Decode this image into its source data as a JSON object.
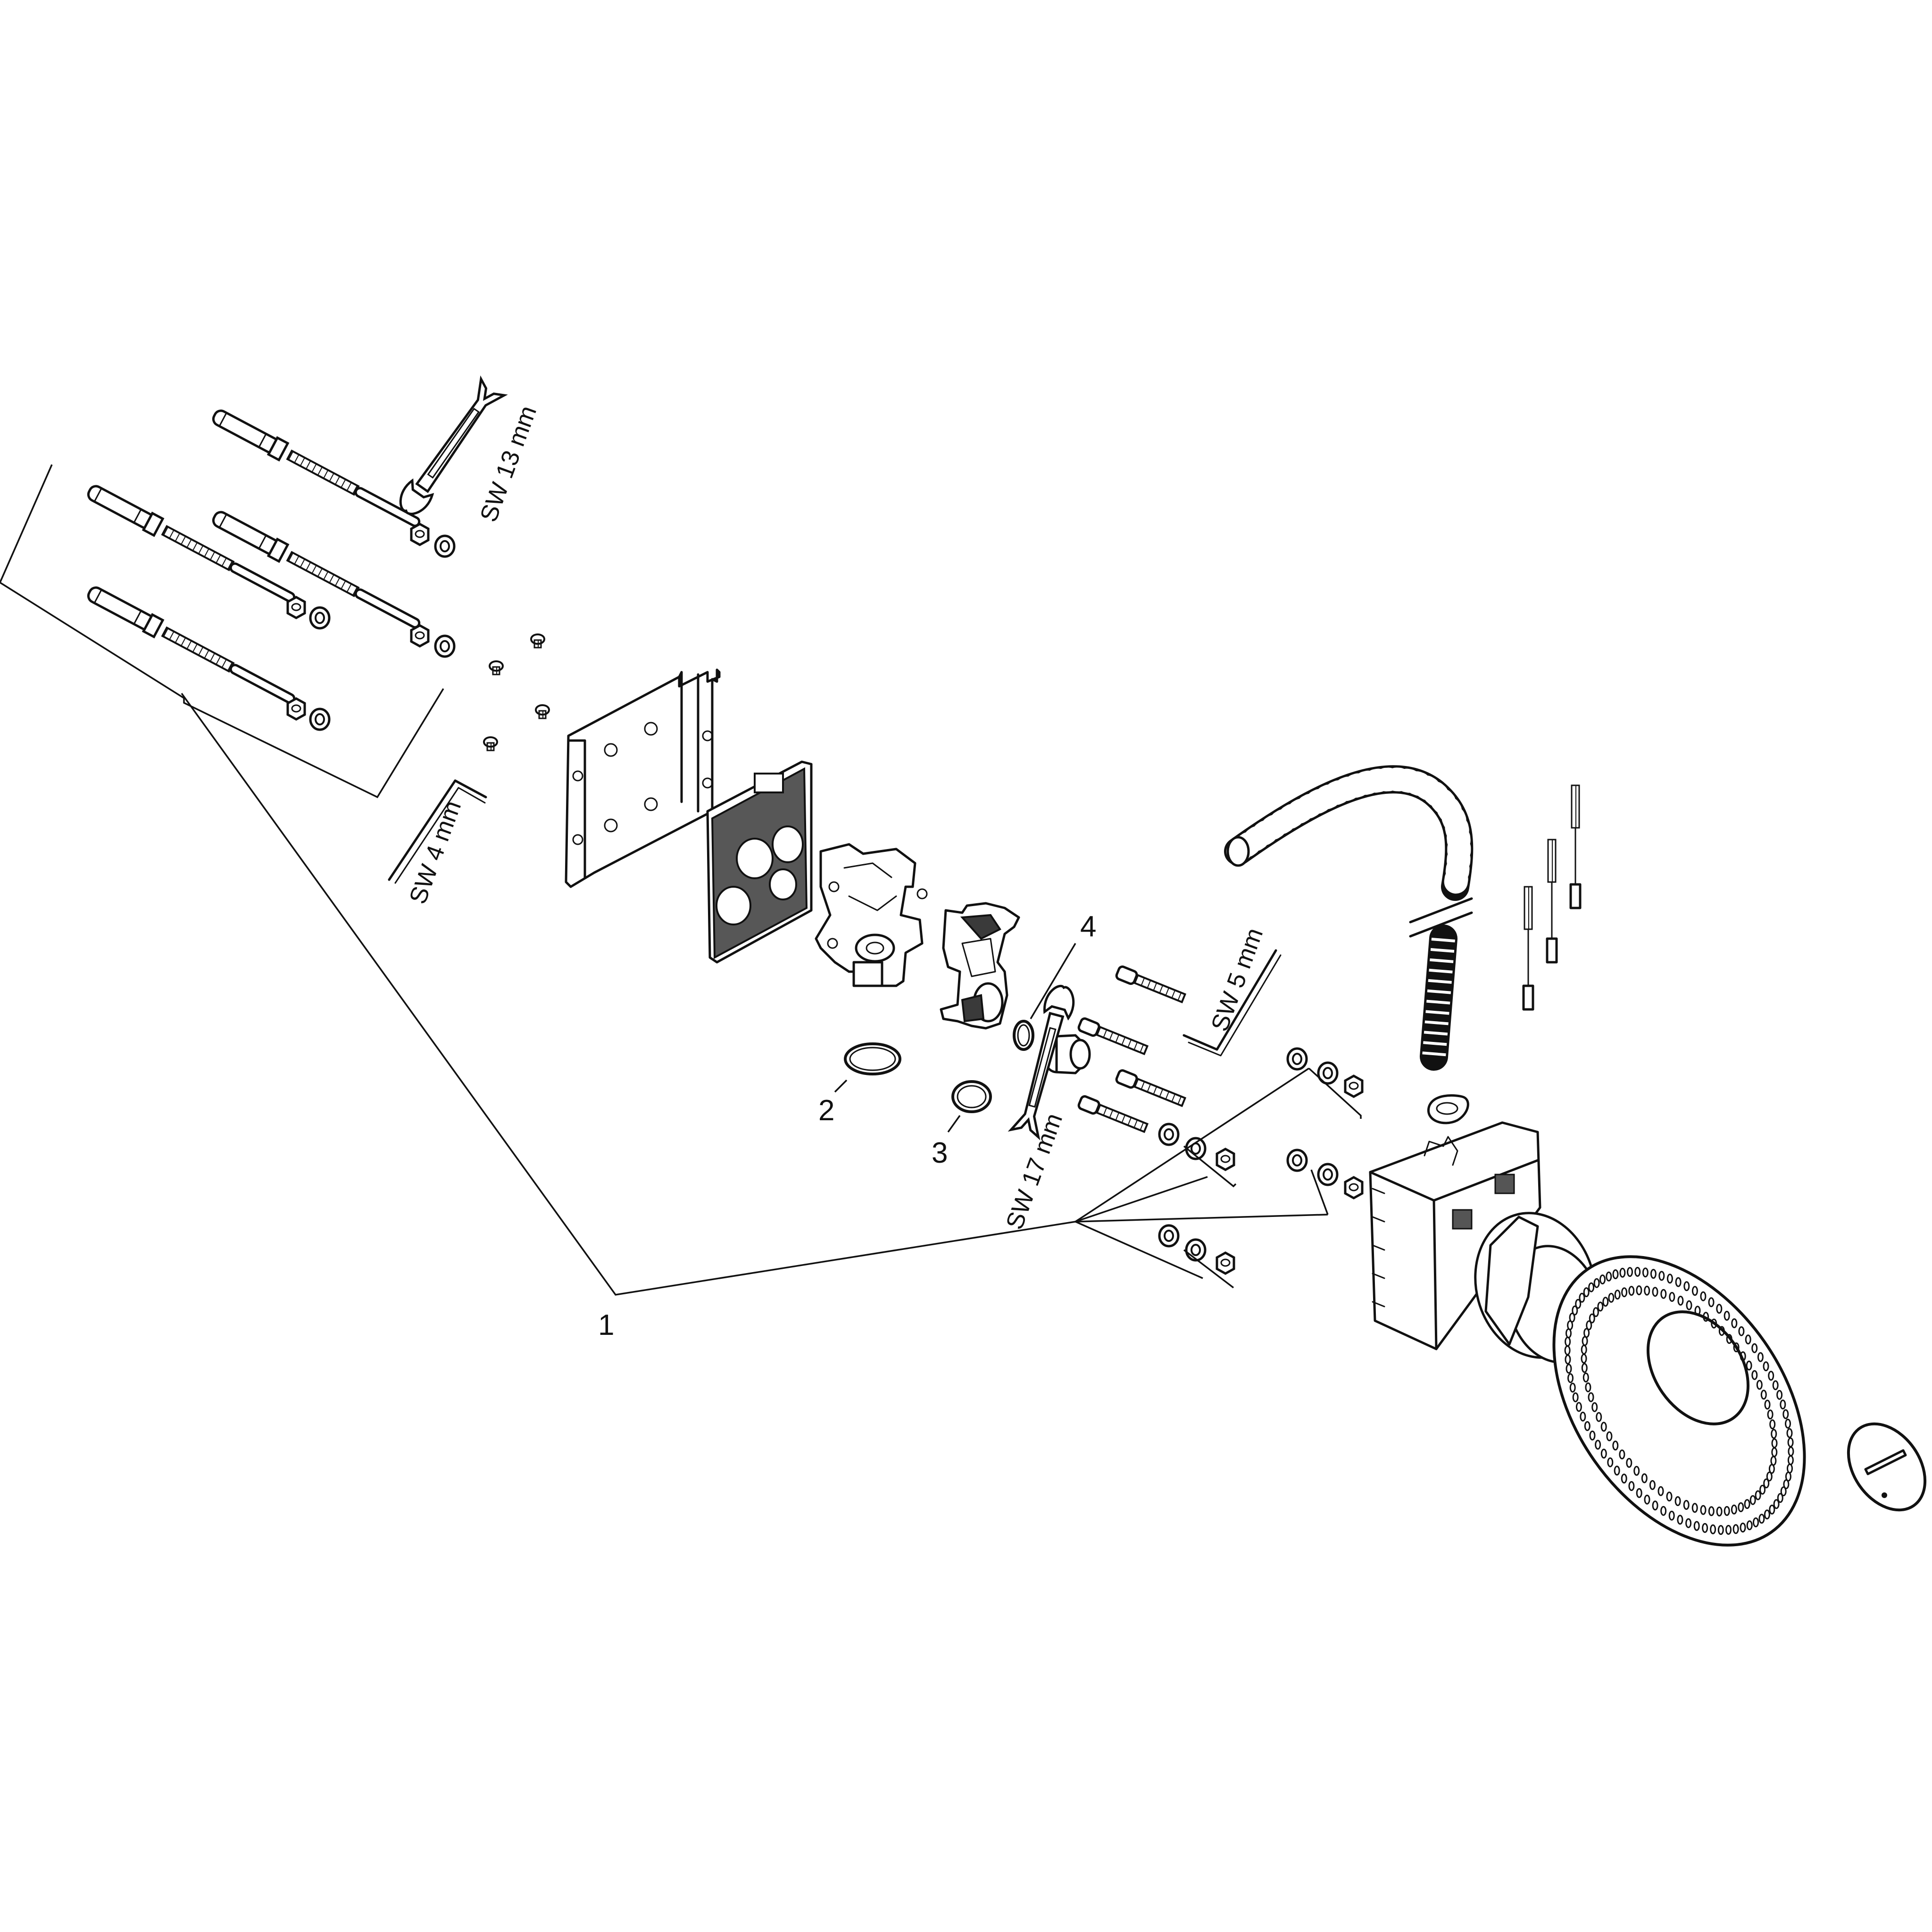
{
  "callouts": {
    "c1": "1",
    "c2": "2",
    "c3": "3",
    "c4": "4"
  },
  "tool_labels": {
    "wrench_13": "SW 13 mm",
    "wrench_17": "SW 17 mm",
    "hex_4": "SW 4 mm",
    "hex_5": "SW 5 mm"
  },
  "icons": {
    "wrench": "open-end-wrench-icon",
    "hex_key": "hex-key-icon"
  }
}
